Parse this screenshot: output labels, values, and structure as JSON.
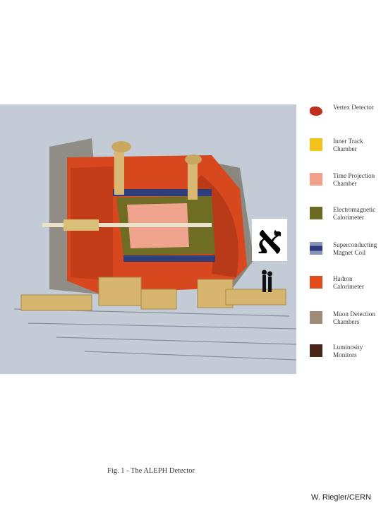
{
  "figure": {
    "caption": "Fig. 1  -  The ALEPH Detector",
    "logo_glyph": "א",
    "icon": "aleph-detector-cutaway-illustration"
  },
  "legend": [
    {
      "label": "Vertex Detector",
      "color": "#c0301e",
      "swatch_shape": "blob"
    },
    {
      "label": "Inner Track Chamber",
      "color": "#f2c21a",
      "swatch_shape": "square"
    },
    {
      "label": "Time Projection Chamber",
      "color": "#f2a08a",
      "swatch_shape": "square"
    },
    {
      "label": "Electromagnetic Calorimeter",
      "color": "#6b6a22",
      "swatch_shape": "square"
    },
    {
      "label": "Superconducting Magnet Coil",
      "color": "#2a3a7a",
      "swatch_shape": "stripe"
    },
    {
      "label": "Hadron Calorimeter",
      "color": "#e04a1c",
      "swatch_shape": "square"
    },
    {
      "label": "Muon Detection Chambers",
      "color": "#a08a78",
      "swatch_shape": "square"
    },
    {
      "label": "Luminosity Monitors",
      "color": "#4a2418",
      "swatch_shape": "square"
    }
  ],
  "footer": {
    "credit": "W. Riegler/CERN"
  }
}
